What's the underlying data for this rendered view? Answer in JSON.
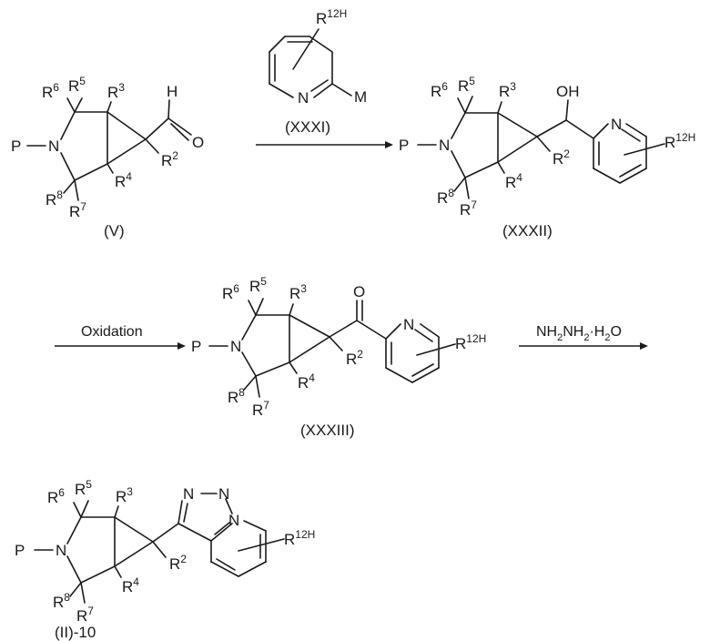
{
  "atoms": {
    "P": "P",
    "N": "N",
    "R": "R",
    "O": "O",
    "H": "H",
    "M": "M",
    "OH": "OH"
  },
  "superscripts": {
    "r2": "2",
    "r3": "3",
    "r4": "4",
    "r5": "5",
    "r6": "6",
    "r7": "7",
    "r8": "8",
    "r12h": "12H"
  },
  "compounds": {
    "V": "(V)",
    "XXXI": "(XXXI)",
    "XXXII": "(XXXII)",
    "XXXIII": "(XXXIII)",
    "II10": "(II)-10"
  },
  "reagents": {
    "oxidation": "Oxidation",
    "hydrazine": {
      "part1": "NH",
      "sub1": "2",
      "part2": "NH",
      "sub2": "2",
      "part3": "·H",
      "sub3": "2",
      "part4": "O"
    }
  }
}
